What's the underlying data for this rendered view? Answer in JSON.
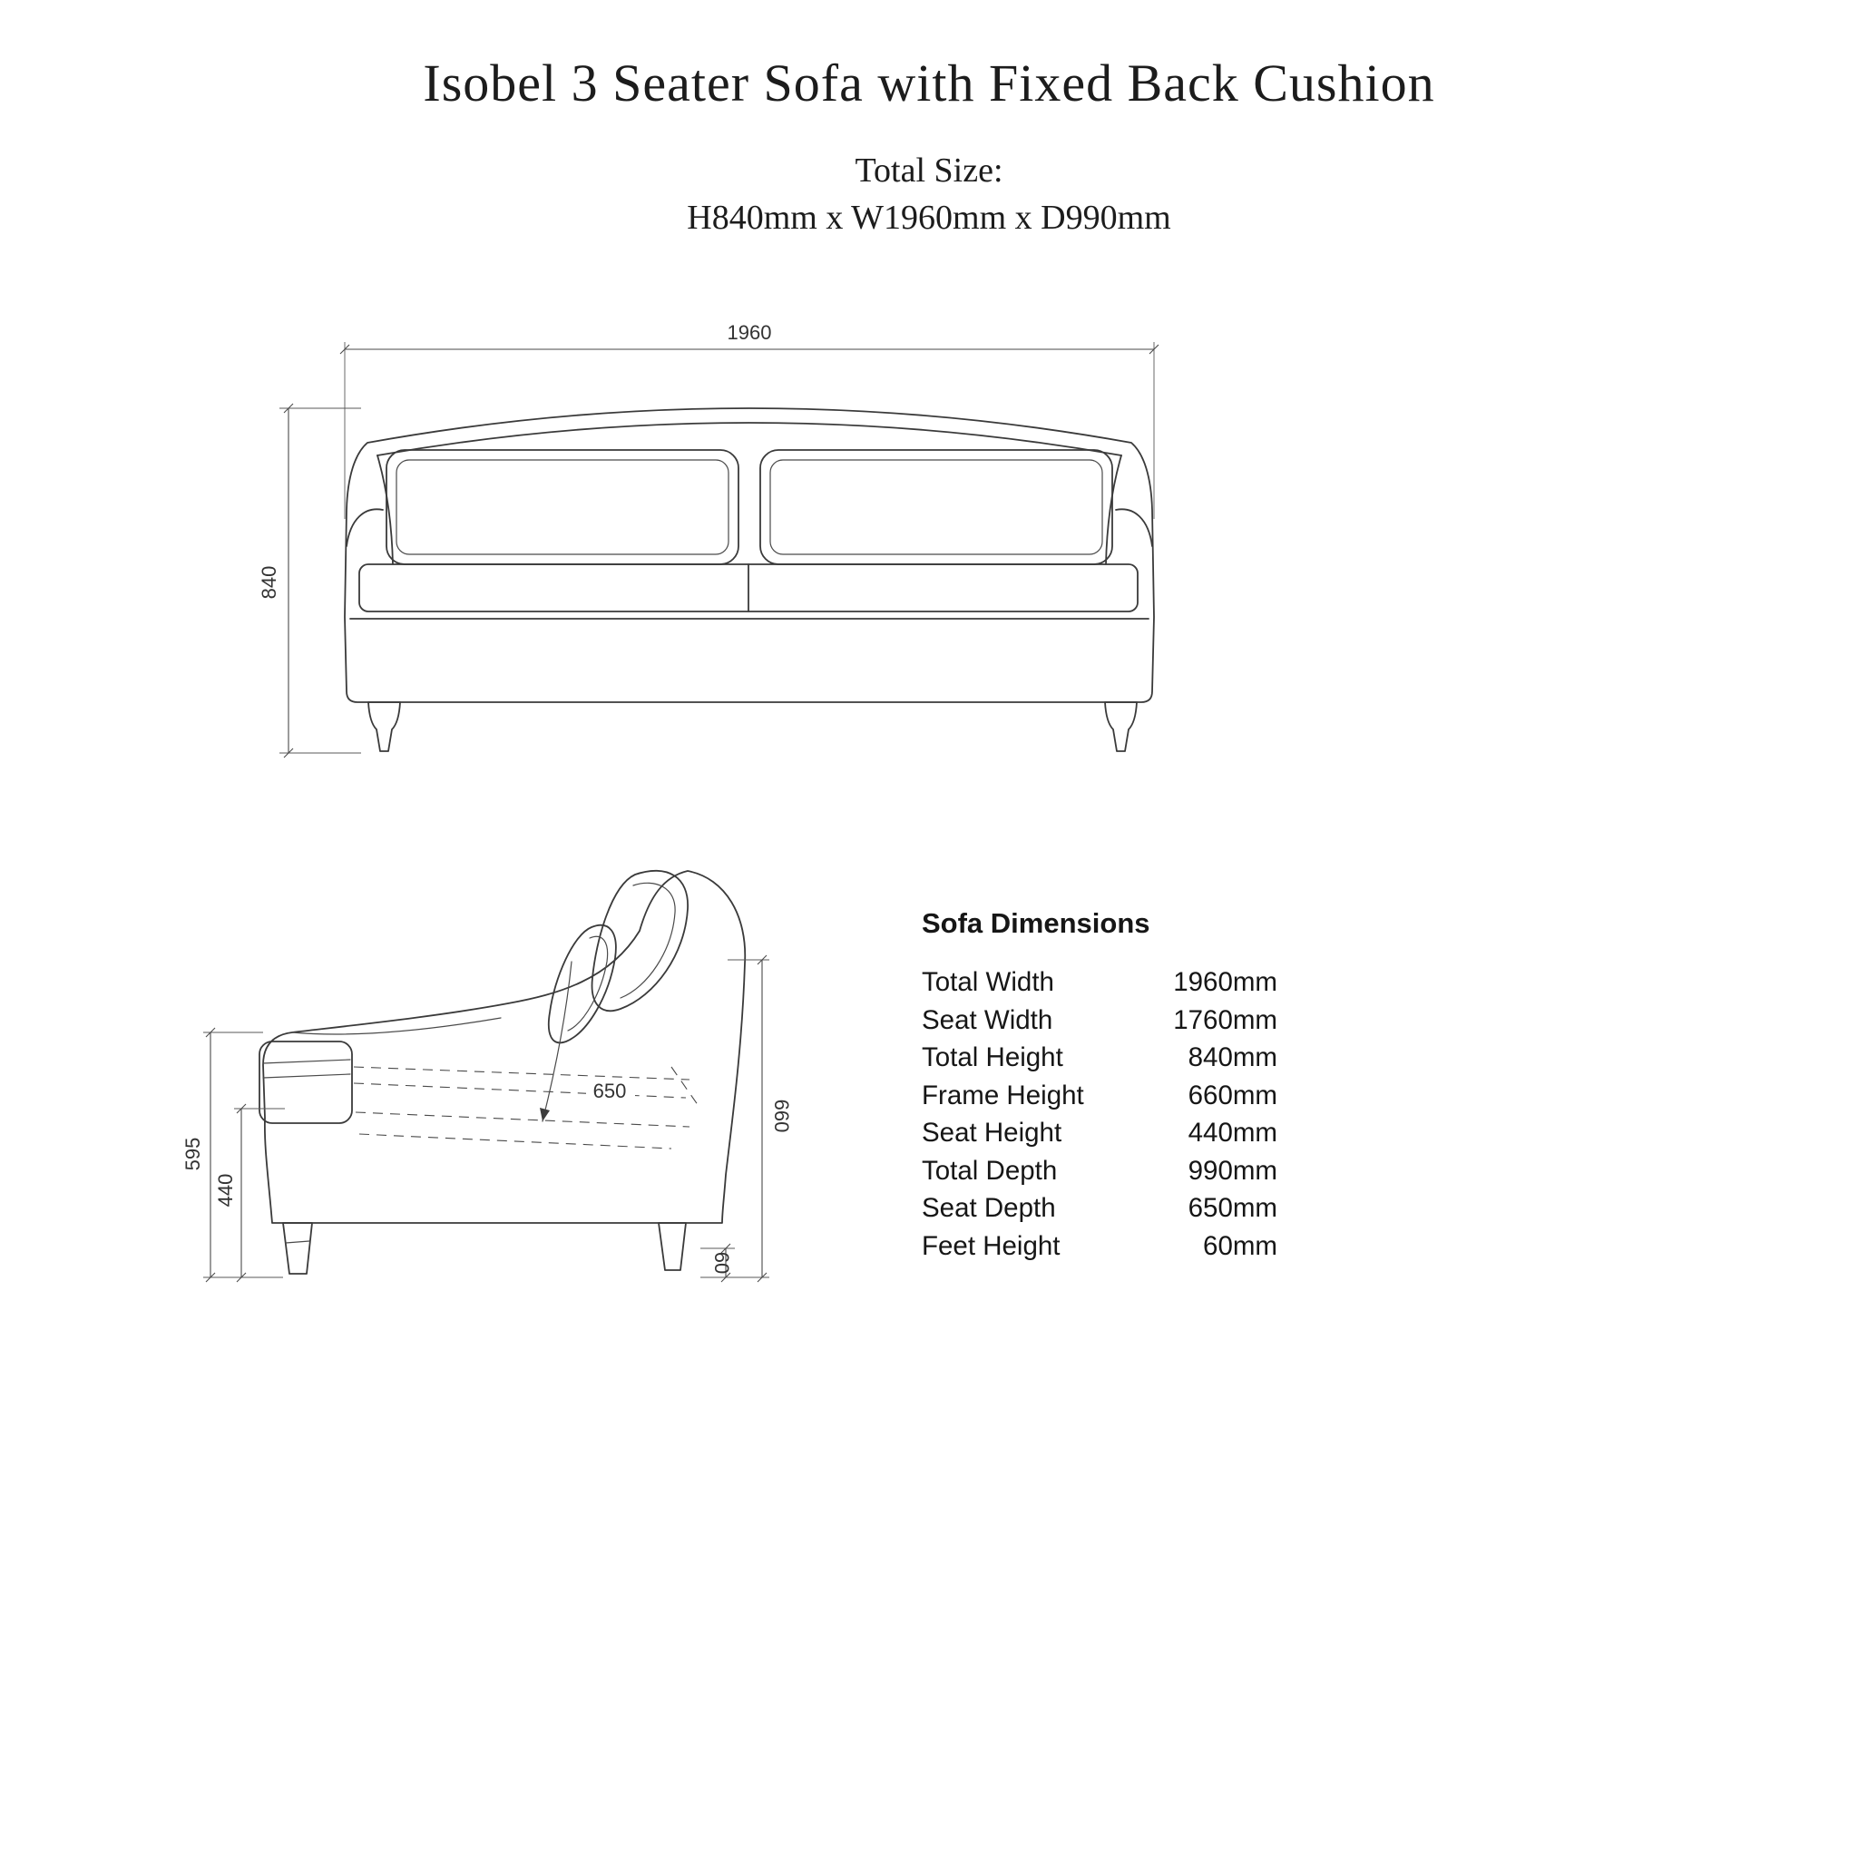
{
  "page": {
    "title": "Isobel 3 Seater Sofa with Fixed Back Cushion",
    "total_size_label": "Total Size:",
    "total_size_value": "H840mm x W1960mm x D990mm"
  },
  "front_view": {
    "width_label": "1960",
    "height_label": "840"
  },
  "side_view": {
    "arm_height_label": "595",
    "seat_height_label": "440",
    "seat_depth_label": "650",
    "frame_height_label": "660",
    "feet_height_label": "60"
  },
  "dimensions_table": {
    "title": "Sofa Dimensions",
    "rows": [
      {
        "label": "Total Width",
        "value": "1960mm"
      },
      {
        "label": "Seat Width",
        "value": "1760mm"
      },
      {
        "label": "Total Height",
        "value": "840mm"
      },
      {
        "label": "Frame Height",
        "value": "660mm"
      },
      {
        "label": "Seat Height",
        "value": "440mm"
      },
      {
        "label": "Total Depth",
        "value": "990mm"
      },
      {
        "label": "Seat Depth",
        "value": "650mm"
      },
      {
        "label": "Feet Height",
        "value": "60mm"
      }
    ]
  }
}
